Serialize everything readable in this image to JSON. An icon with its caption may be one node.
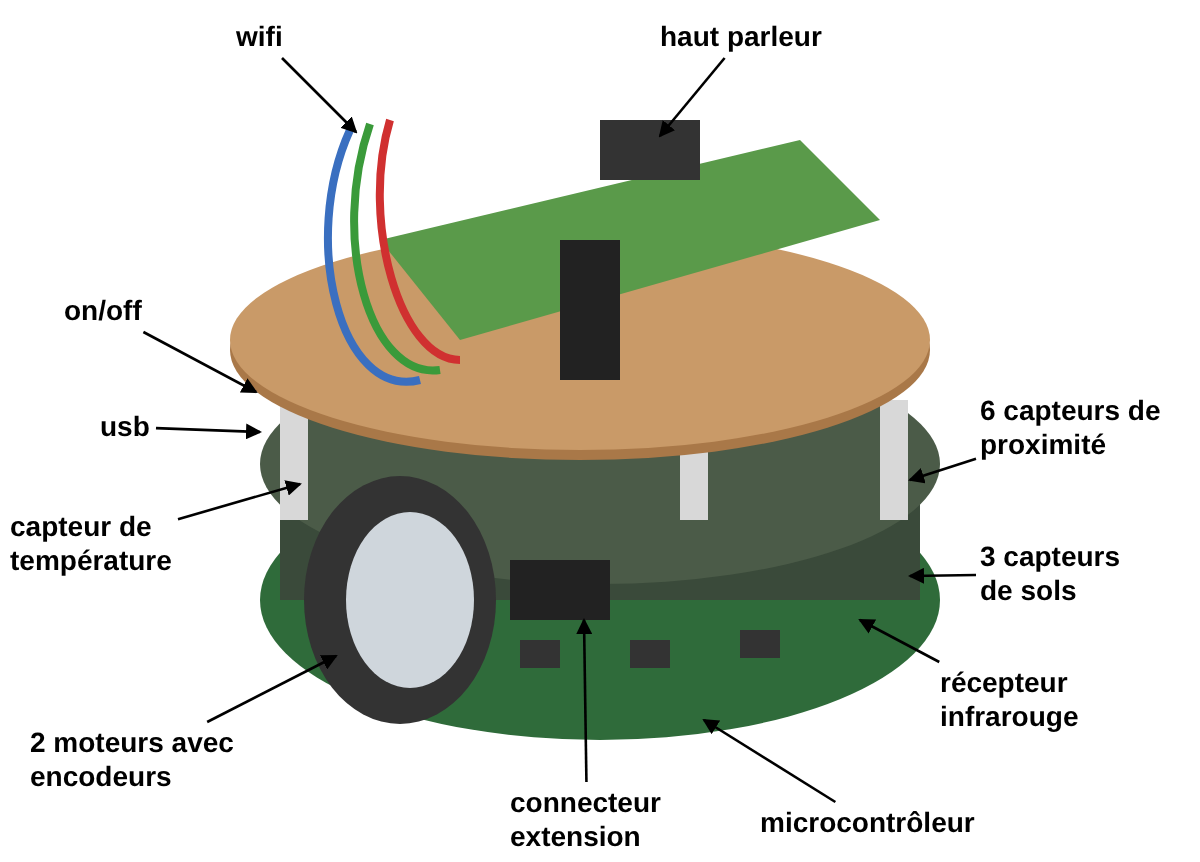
{
  "diagram": {
    "nodes": [
      {
        "text": [
          "wifi"
        ]
      },
      {
        "text": [
          "haut parleur"
        ]
      },
      {
        "text": [
          "on/off"
        ]
      },
      {
        "text": [
          "usb"
        ]
      },
      {
        "text": [
          "6 capteurs de proximité"
        ]
      },
      {
        "text": [
          "capteur de température"
        ]
      },
      {
        "text": [
          "3 capteurs de sols"
        ]
      },
      {
        "text": [
          "récepteur infrarouge"
        ]
      },
      {
        "text": [
          "2 moteurs avec encodeurs"
        ]
      },
      {
        "text": [
          "connecteur extension"
        ]
      },
      {
        "text": [
          "microcontrôleur"
        ]
      }
    ],
    "edges": [
      {
        "from": 0,
        "to": null,
        "arrow": "to"
      },
      {
        "from": 1,
        "to": null,
        "arrow": "to"
      },
      {
        "from": 2,
        "to": null,
        "arrow": "to"
      },
      {
        "from": 3,
        "to": null,
        "arrow": "to"
      },
      {
        "from": 4,
        "to": null,
        "arrow": "to"
      },
      {
        "from": 5,
        "to": null,
        "arrow": "to"
      },
      {
        "from": 6,
        "to": null,
        "arrow": "to"
      },
      {
        "from": 7,
        "to": null,
        "arrow": "to"
      },
      {
        "from": 8,
        "to": null,
        "arrow": "to"
      },
      {
        "from": 9,
        "to": null,
        "arrow": "to"
      },
      {
        "from": 10,
        "to": null,
        "arrow": "to"
      }
    ]
  }
}
